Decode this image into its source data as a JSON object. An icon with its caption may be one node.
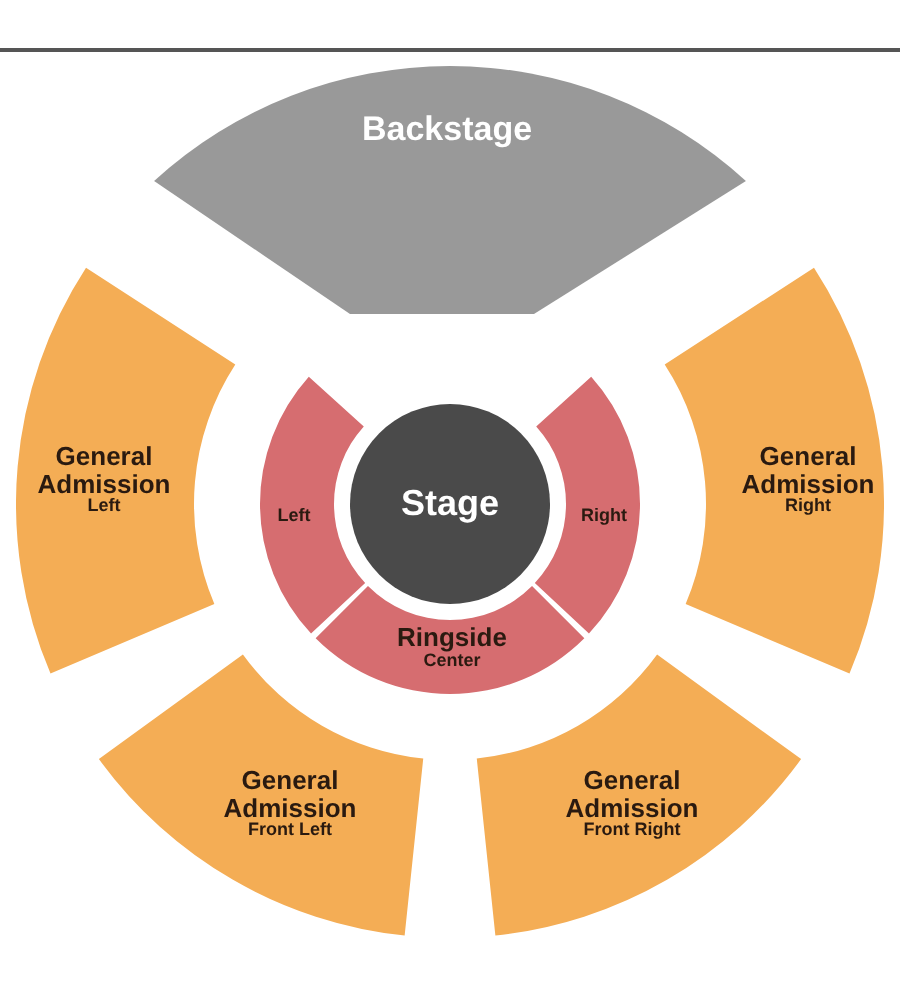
{
  "diagram": {
    "nodes": [
      {
        "text": [
          "Backstage"
        ]
      },
      {
        "text": [
          "General Admission",
          "Left"
        ]
      },
      {
        "text": [
          "Left"
        ]
      },
      {
        "text": [
          "Stage"
        ]
      },
      {
        "text": [
          "Right"
        ]
      },
      {
        "text": [
          "General Admission",
          "Right"
        ]
      },
      {
        "text": [
          "Ringside",
          "Center"
        ]
      },
      {
        "text": [
          "General Admission",
          "Front Left"
        ]
      },
      {
        "text": [
          "General Admission",
          "Front Right"
        ]
      }
    ]
  }
}
